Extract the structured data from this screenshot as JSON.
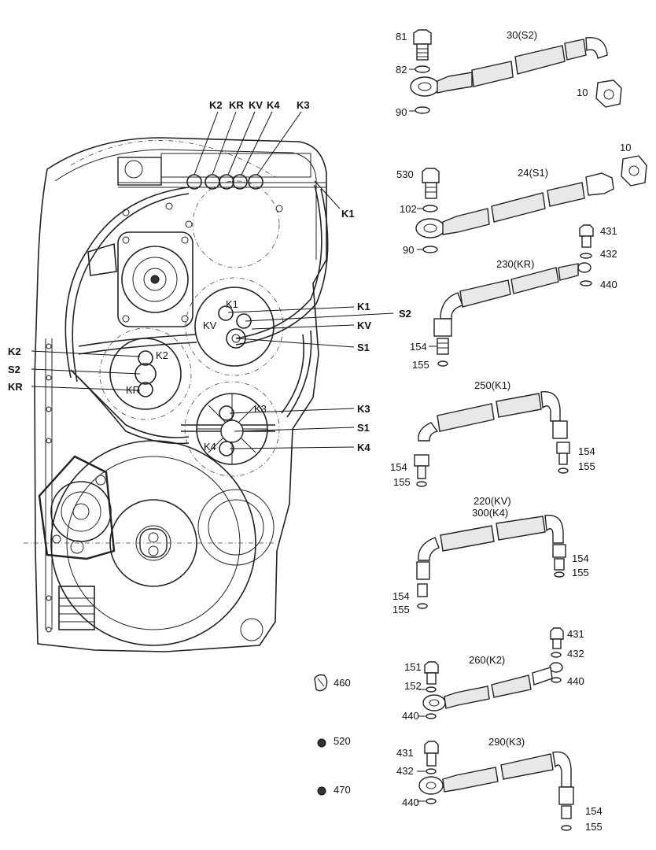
{
  "housing_callouts": {
    "top": [
      "K2",
      "KR",
      "KV",
      "K4",
      "K3"
    ],
    "k1_upper": "K1",
    "right_group_a": [
      "K1",
      "S2",
      "KV",
      "S1"
    ],
    "left_group": [
      "K2",
      "S2",
      "KR"
    ],
    "right_group_b": [
      "K3",
      "S1",
      "K4"
    ],
    "inner_small": [
      "K1",
      "KV",
      "K2",
      "KR",
      "K3",
      "K4"
    ]
  },
  "hose_assemblies": [
    {
      "title": "30(S2)",
      "parts": [
        "81",
        "82",
        "90",
        "10"
      ]
    },
    {
      "title": "24(S1)",
      "parts": [
        "10",
        "530",
        "102",
        "90"
      ]
    },
    {
      "title": "230(KR)",
      "parts": [
        "431",
        "432",
        "440",
        "154",
        "155"
      ]
    },
    {
      "title": "250(K1)",
      "parts": [
        "154",
        "155",
        "154",
        "155"
      ]
    },
    {
      "title": "220(KV)",
      "title2": "300(K4)",
      "parts": [
        "154",
        "155",
        "154",
        "155"
      ]
    },
    {
      "title": "260(K2)",
      "parts": [
        "431",
        "432",
        "440",
        "151",
        "152",
        "440"
      ]
    },
    {
      "title": "290(K3)",
      "parts": [
        "431",
        "432",
        "440",
        "154",
        "155"
      ]
    }
  ],
  "loose_parts": [
    "460",
    "520",
    "470"
  ]
}
